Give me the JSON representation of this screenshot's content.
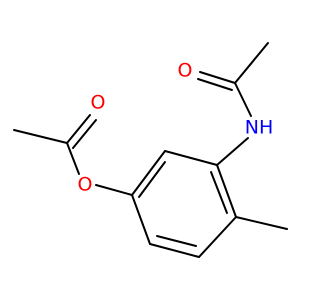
{
  "molecule": {
    "colors": {
      "bond": "#000000",
      "oxygen": "#ff0000",
      "nitrogen": "#0000ff"
    },
    "atoms": [
      {
        "id": "o-acetamide",
        "symbol": "O",
        "label": "O",
        "color_key": "oxygen"
      },
      {
        "id": "n-amide",
        "symbol": "N",
        "label": "NH",
        "color_key": "nitrogen"
      },
      {
        "id": "o-ester-carbonyl",
        "symbol": "O",
        "label": "O",
        "color_key": "oxygen"
      },
      {
        "id": "o-ester-link",
        "symbol": "O",
        "label": "O",
        "color_key": "oxygen"
      }
    ]
  }
}
